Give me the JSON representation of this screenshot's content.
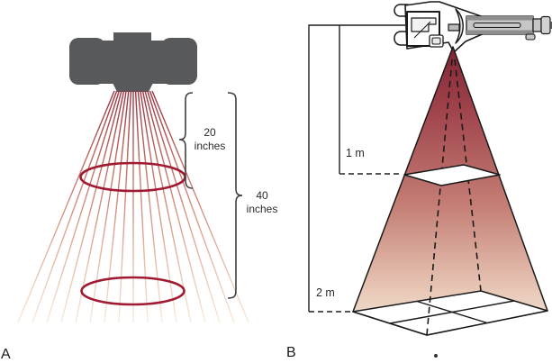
{
  "panel_a": {
    "label": "A",
    "marker_20": {
      "value": "20",
      "unit": "inches"
    },
    "marker_40": {
      "value": "40",
      "unit": "inches"
    }
  },
  "panel_b": {
    "label": "B",
    "marker_1m": "1 m",
    "marker_2m": "2 m"
  },
  "icons": {
    "panel_a_source": "xray-tube-housing-icon",
    "panel_b_source": "xray-tube-schematic-icon"
  },
  "colors": {
    "housing_gray": "#58595b",
    "beam_ray_dark": "#9c343e",
    "beam_ray_fade": "#f6ecdc",
    "field_ellipse_red": "#a01b32",
    "cone_top_red": "#7f2533",
    "cone_bottom_fade": "#f4e7da",
    "outline_black": "#1f1f1f",
    "rotor_gray": "#c6c6c6"
  }
}
